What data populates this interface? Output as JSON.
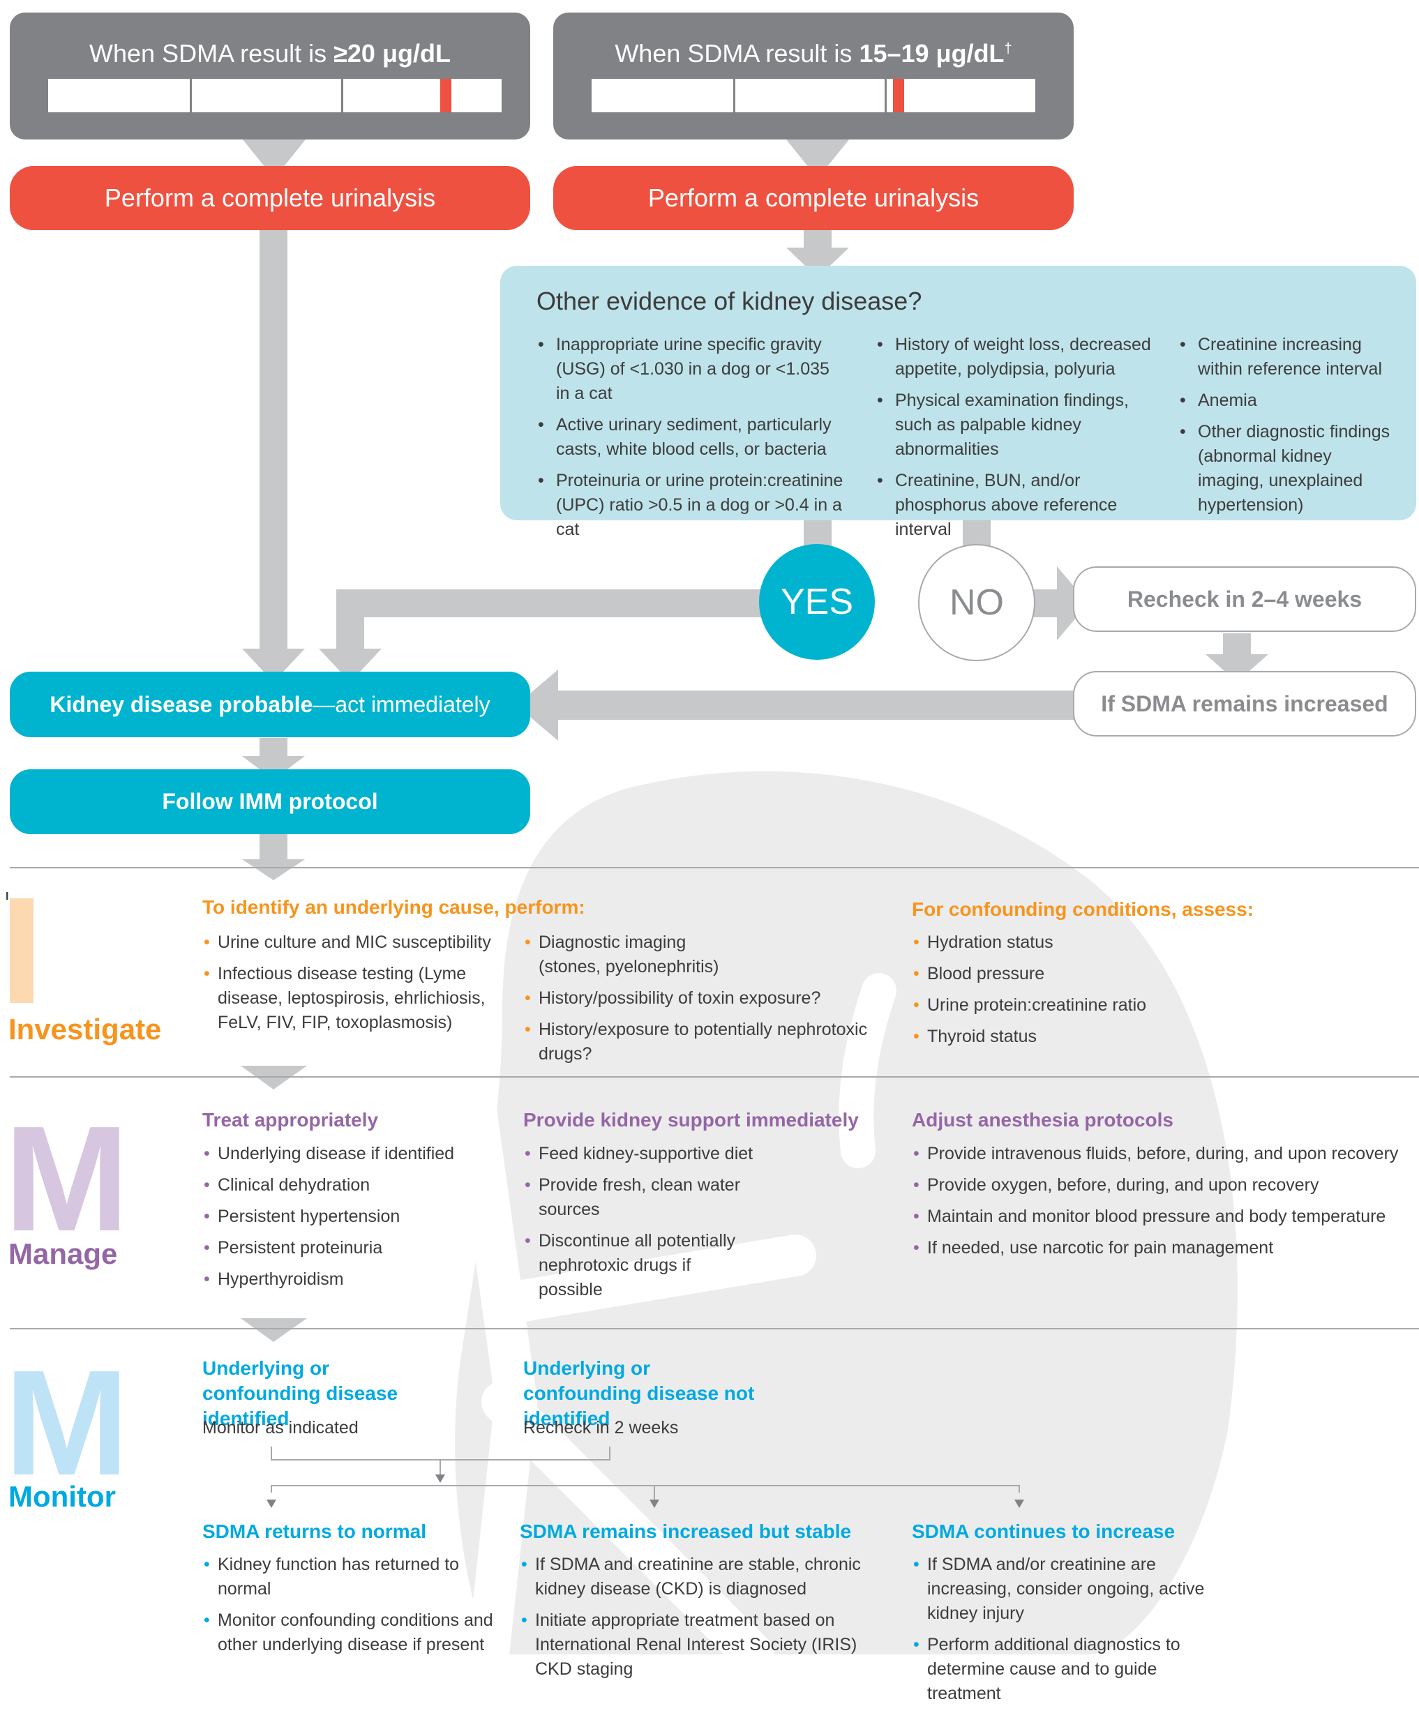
{
  "colors": {
    "gray_box": "#808285",
    "red": "#ef5140",
    "teal": "#00b3ce",
    "light_blue_panel": "#bfe3ea",
    "connector_gray": "#c7c8ca",
    "orange": "#f7941d",
    "purple": "#9566a6",
    "blue": "#00a9e0"
  },
  "top_left": {
    "prefix": "When SDMA result is ",
    "value": "≥20 μg/dL"
  },
  "top_right": {
    "prefix": "When SDMA result is ",
    "value": "15–19 μg/dL",
    "dagger": "†"
  },
  "urinalysis_left": "Perform a complete urinalysis",
  "urinalysis_right": "Perform a complete urinalysis",
  "evidence": {
    "title": "Other evidence of kidney disease?",
    "col1": [
      "Inappropriate urine specific gravity (USG) of <1.030 in a dog or <1.035 in a cat",
      "Active urinary sediment, particularly casts, white blood cells, or bacteria",
      "Proteinuria or urine protein:creatinine (UPC) ratio >0.5 in a dog or >0.4 in a cat"
    ],
    "col2": [
      "History of weight loss, decreased appetite, polydipsia, polyuria",
      "Physical examination findings, such as palpable kidney abnormalities",
      "Creatinine, BUN, and/or phosphorus above reference interval"
    ],
    "col3": [
      "Creatinine increasing within reference interval",
      "Anemia",
      "Other diagnostic findings (abnormal kidney imaging, unexplained hypertension)"
    ]
  },
  "yes_label": "YES",
  "no_label": "NO",
  "recheck": "Recheck in 2–4 weeks",
  "remains": "If SDMA remains increased",
  "probable": {
    "bold": "Kidney disease probable",
    "rest": "—act immediately"
  },
  "imm": "Follow IMM protocol",
  "investigate": {
    "letter": "I",
    "label": "Investigate",
    "head1": "To identify an underlying cause, perform:",
    "list1": [
      "Urine culture and MIC susceptibility",
      "Infectious disease testing (Lyme disease, leptospirosis, ehrlichiosis, FeLV, FIV, FIP, toxoplasmosis)"
    ],
    "list2": [
      "Diagnostic imaging (stones, pyelonephritis)",
      "History/possibility of toxin exposure?",
      "History/exposure to potentially nephrotoxic drugs?"
    ],
    "head3": "For confounding conditions, assess:",
    "list3": [
      "Hydration status",
      "Blood pressure",
      "Urine protein:creatinine ratio",
      "Thyroid status"
    ]
  },
  "manage": {
    "letter": "M",
    "label": "Manage",
    "head1": "Treat appropriately",
    "list1": [
      "Underlying disease if identified",
      "Clinical dehydration",
      "Persistent hypertension",
      "Persistent proteinuria",
      "Hyperthyroidism"
    ],
    "head2": "Provide kidney support immediately",
    "list2": [
      "Feed kidney-supportive diet",
      "Provide fresh, clean water sources",
      "Discontinue all potentially nephrotoxic drugs if possible"
    ],
    "head3": "Adjust anesthesia protocols",
    "list3": [
      "Provide intravenous fluids, before, during, and upon recovery",
      "Provide oxygen, before, during, and upon recovery",
      "Maintain and monitor blood pressure and body temperature",
      "If needed, use narcotic for pain management"
    ]
  },
  "monitor": {
    "letter": "M",
    "label": "Monitor",
    "head_a": "Underlying or confounding disease identified",
    "text_a": "Monitor as indicated",
    "head_b": "Underlying or confounding disease not identified",
    "text_b": "Recheck in 2 weeks",
    "out1_head": "SDMA returns to normal",
    "out1": [
      "Kidney function has returned to normal",
      "Monitor confounding conditions and other underlying disease if present"
    ],
    "out2_head": "SDMA remains increased but stable",
    "out2": [
      "If SDMA and creatinine are stable, chronic kidney disease (CKD) is diagnosed",
      "Initiate appropriate treatment based on International Renal Interest Society (IRIS) CKD staging"
    ],
    "out3_head": "SDMA continues to increase",
    "out3": [
      "If SDMA and/or creatinine are increasing, consider ongoing, active kidney injury",
      "Perform additional diagnostics to determine cause and to guide treatment"
    ]
  }
}
